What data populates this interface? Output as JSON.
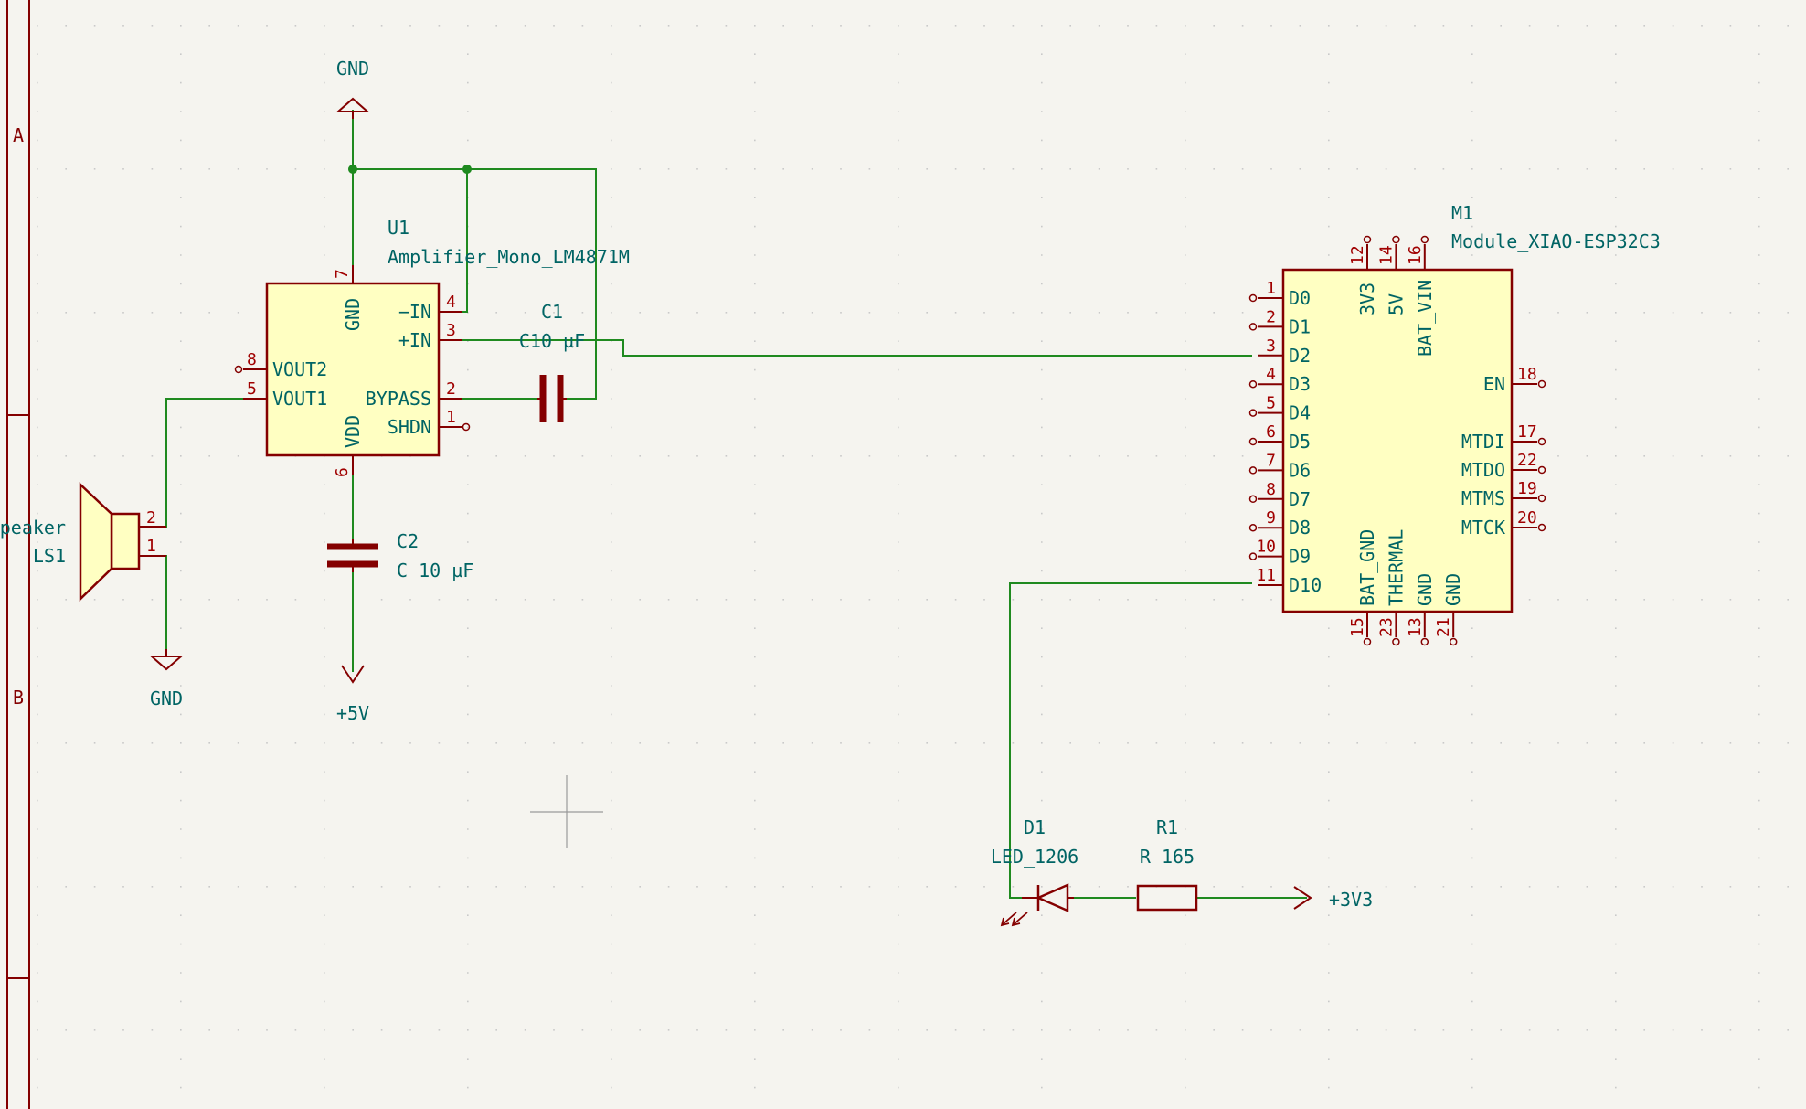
{
  "frame": {
    "rows": [
      "A",
      "B"
    ]
  },
  "colors": {
    "background": "#f5f4ef",
    "wire": "#1f8a1f",
    "symbol": "#840000",
    "body_fill": "#ffffc2",
    "text": "#006464",
    "pin_number": "#a00000",
    "grid_dot": "#c9c9c9",
    "junction": "#1f8a1f"
  },
  "power": {
    "gnd_top": "GND",
    "gnd_speaker": "GND",
    "v5": "+5V",
    "v3v3": "+3V3"
  },
  "u1": {
    "ref": "U1",
    "value": "Amplifier_Mono_LM4871M",
    "pins": {
      "gnd": {
        "name": "GND",
        "num": "7"
      },
      "nin": {
        "name": "−IN",
        "num": "4"
      },
      "pin": {
        "name": "+IN",
        "num": "3"
      },
      "bypass": {
        "name": "BYPASS",
        "num": "2"
      },
      "shdn": {
        "name": "SHDN",
        "num": "1"
      },
      "vout2": {
        "name": "VOUT2",
        "num": "8"
      },
      "vout1": {
        "name": "VOUT1",
        "num": "5"
      },
      "vdd": {
        "name": "VDD",
        "num": "6"
      }
    }
  },
  "c1": {
    "ref": "C1",
    "value": "C10 µF"
  },
  "c2": {
    "ref": "C2",
    "value": "C 10 µF"
  },
  "ls1": {
    "ref_partial": "LS1",
    "value_partial": "peaker",
    "pin2": "2",
    "pin1": "1"
  },
  "m1": {
    "ref": "M1",
    "value": "Module_XIAO-ESP32C3",
    "left_pins": [
      {
        "num": "1",
        "name": "D0"
      },
      {
        "num": "2",
        "name": "D1"
      },
      {
        "num": "3",
        "name": "D2"
      },
      {
        "num": "4",
        "name": "D3"
      },
      {
        "num": "5",
        "name": "D4"
      },
      {
        "num": "6",
        "name": "D5"
      },
      {
        "num": "7",
        "name": "D6"
      },
      {
        "num": "8",
        "name": "D7"
      },
      {
        "num": "9",
        "name": "D8"
      },
      {
        "num": "10",
        "name": "D9"
      },
      {
        "num": "11",
        "name": "D10"
      }
    ],
    "top_pins": [
      {
        "num": "12",
        "name": "3V3"
      },
      {
        "num": "14",
        "name": "5V"
      },
      {
        "num": "16",
        "name": "BAT_VIN"
      }
    ],
    "right_pins": [
      {
        "num": "18",
        "name": "EN"
      },
      {
        "num": "17",
        "name": "MTDI"
      },
      {
        "num": "22",
        "name": "MTDO"
      },
      {
        "num": "19",
        "name": "MTMS"
      },
      {
        "num": "20",
        "name": "MTCK"
      }
    ],
    "bottom_pins": [
      {
        "num": "15",
        "name": "BAT_GND"
      },
      {
        "num": "23",
        "name": "THERMAL"
      },
      {
        "num": "13",
        "name": "GND"
      },
      {
        "num": "21",
        "name": "GND"
      }
    ]
  },
  "d1": {
    "ref": "D1",
    "value": "LED_1206"
  },
  "r1": {
    "ref": "R1",
    "value": "R 165"
  }
}
